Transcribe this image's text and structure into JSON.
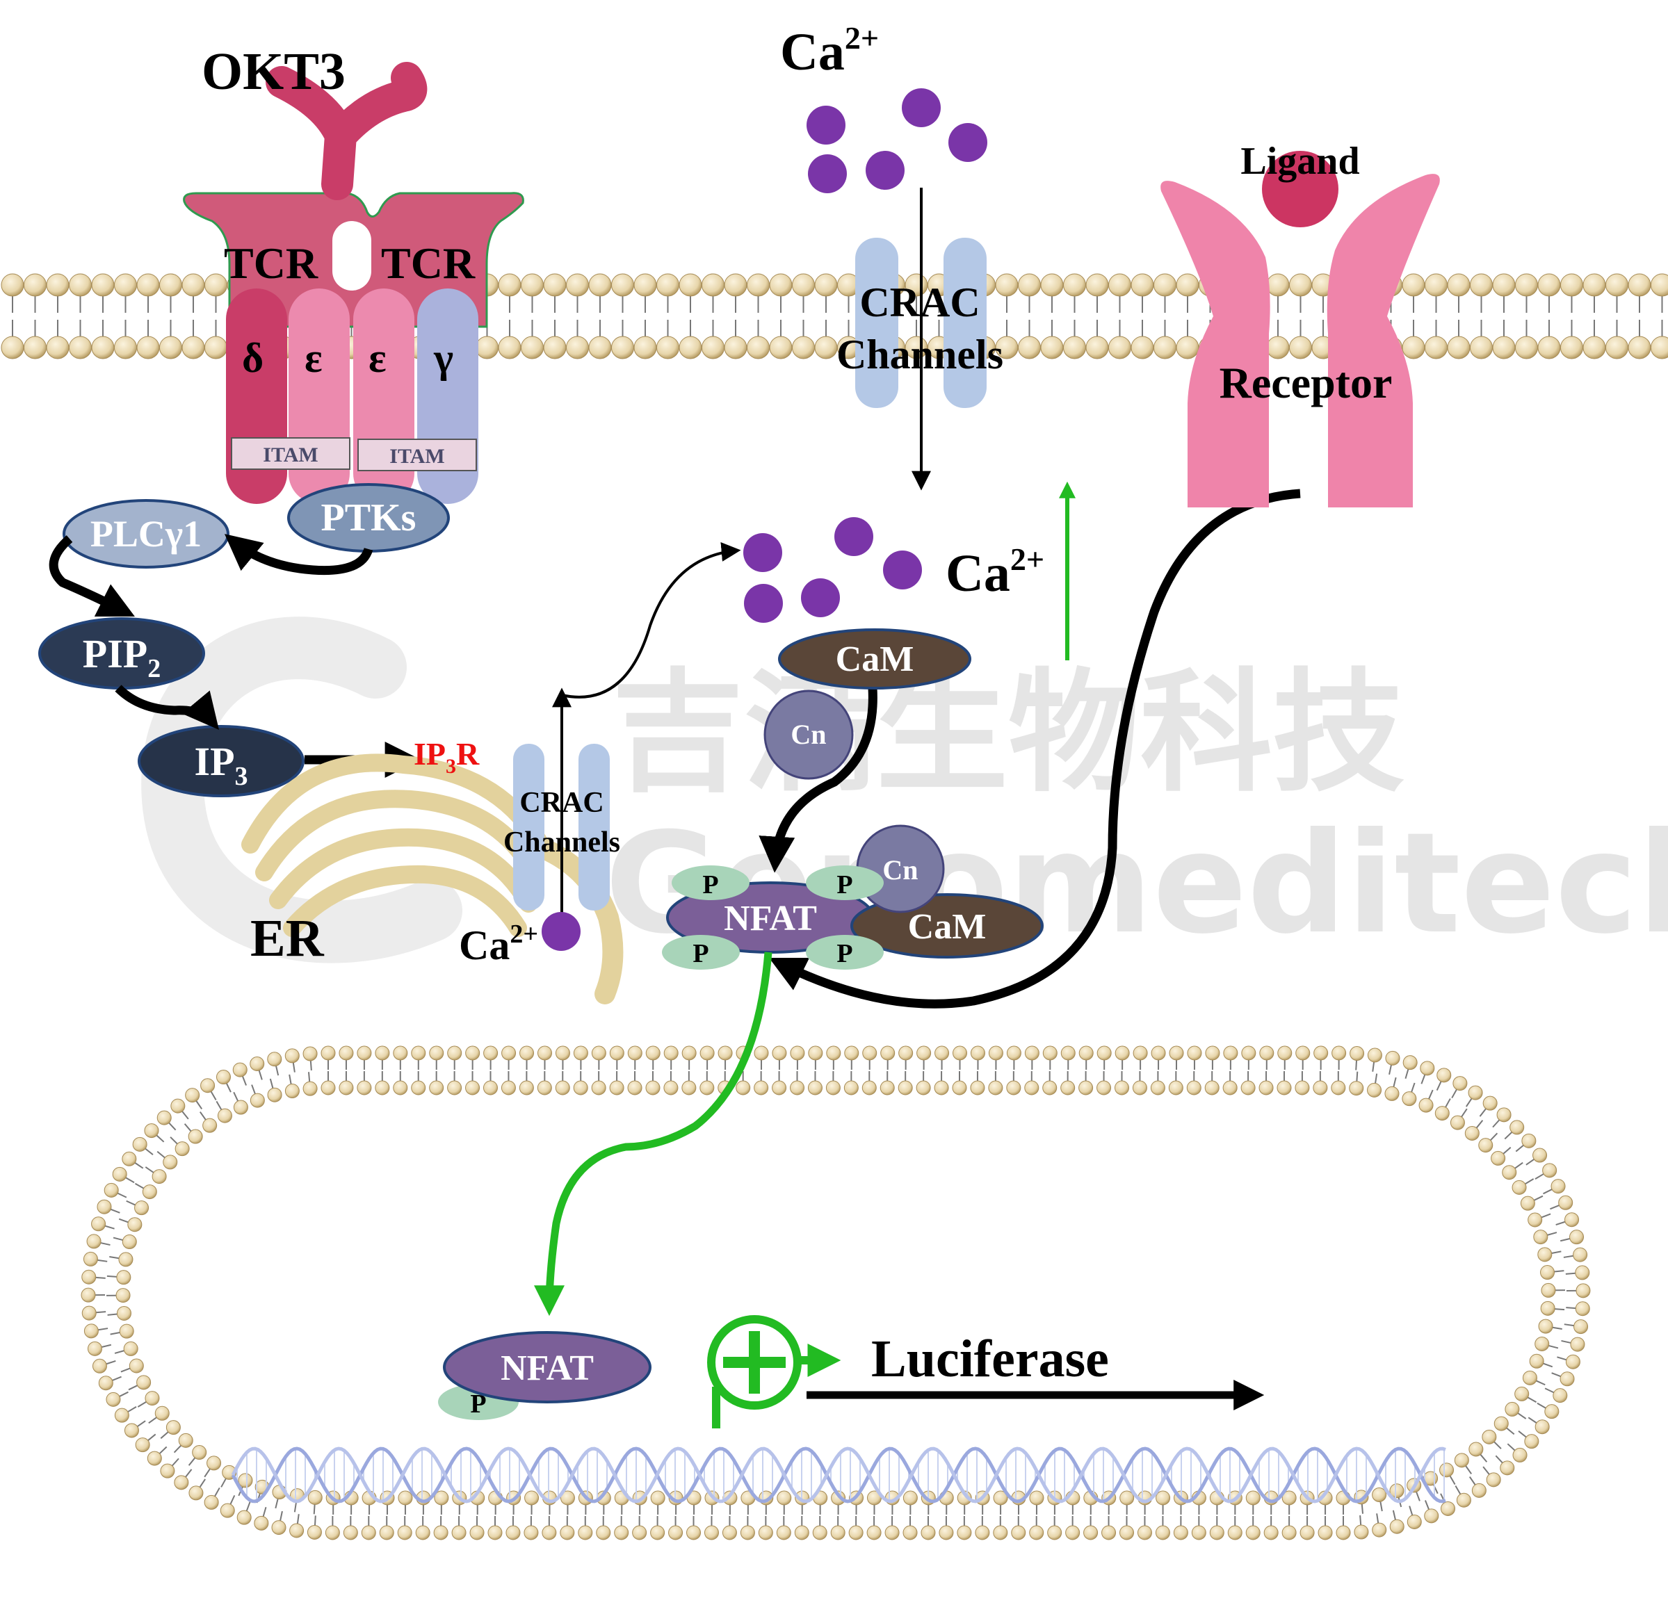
{
  "labels": {
    "okt3": "OKT3",
    "tcr_left": "TCR",
    "tcr_right": "TCR",
    "chain_delta": "δ",
    "chain_eps1": "ε",
    "chain_eps2": "ε",
    "chain_gamma": "γ",
    "itam_left": "ITAM",
    "itam_right": "ITAM",
    "ptks": "PTKs",
    "plc_main": "PLCγ1",
    "pip_main": "PIP",
    "pip_sub": "2",
    "ip3_main": "IP",
    "ip3_sub": "3",
    "ip3r_pre": "IP",
    "ip3r_sub": "3",
    "ip3r_post": "R",
    "er": "ER",
    "crac_top_1": "CRAC",
    "crac_top_2": "Channels",
    "crac_er_1": "CRAC",
    "crac_er_2": "Channels",
    "ca_main": "Ca",
    "ca_sup": "2+",
    "cam": "CaM",
    "cn": "Cn",
    "nfat": "NFAT",
    "p": "P",
    "ligand": "Ligand",
    "receptor": "Receptor",
    "luciferase": "Luciferase"
  },
  "watermark": {
    "cn": "吉满生物科技",
    "en": "Genomeditech"
  },
  "colors": {
    "tcr_top": "#d05a7a",
    "chain_delta": "#c93d68",
    "chain_eps": "#ec8aae",
    "chain_gamma": "#aab2dc",
    "ptks": "#7f95b5",
    "plc": "#a3b3cd",
    "pip": "#2b3a54",
    "ip3": "#263349",
    "crac": "#b4c8e6",
    "ca_ion": "#7a35a8",
    "cam": "#5a4638",
    "cn": "#7a7aa2",
    "nfat": "#7b5f98",
    "phospho": "#a8d4b9",
    "receptor": "#ef84aa",
    "ligand": "#cc3562",
    "er": "#e3d29d",
    "lipid_head": "#e7d5aa",
    "activation_arrow": "#22bb22",
    "ip3r_label": "#ee1111"
  },
  "icons": [
    "okt3-antibody-icon",
    "lipid-bilayer-icon",
    "er-stack-icon",
    "dna-helix-icon",
    "promoter-activation-icon"
  ]
}
